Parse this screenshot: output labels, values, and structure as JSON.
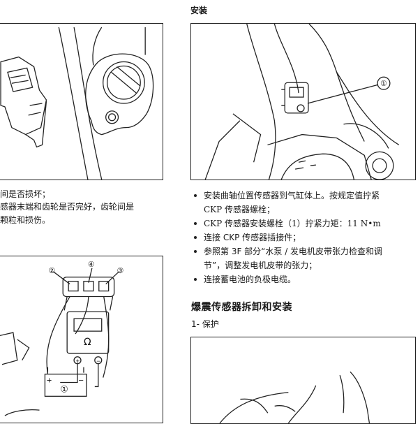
{
  "section_title": "安装",
  "left_text": {
    "line1": "间是否损坏；",
    "line2": "感器末端和齿轮是否完好，齿轮间是",
    "line3": "颗粒和损伤。"
  },
  "install_steps": [
    {
      "line1": "安装曲轴位置传感器到气缸体上。按规定值拧紧",
      "line2": "CKP 传感器螺栓；"
    },
    {
      "line1": "CKP 传感器安装螺栓（1）拧紧力矩：11 N•m",
      "line2": ""
    },
    {
      "line1": "连接 CKP 传感器插接件；",
      "line2": ""
    },
    {
      "line1": "参照第 3F 部分“水泵 / 发电机皮带张力检查和调",
      "line2": "节”，调整发电机皮带的张力；"
    },
    {
      "line1": "连接蓄电池的负极电缆。",
      "line2": ""
    }
  ],
  "knock_heading": "爆震传感器拆卸和安装",
  "knock_sub": "1- 保护",
  "figures": {
    "install": {
      "callout": "①"
    },
    "circuit": {
      "terminal_2": "②",
      "terminal_4": "④",
      "terminal_3": "③",
      "meter_symbol": "Ω",
      "battery_callout": "①",
      "battery_plus": "+",
      "battery_minus": "−",
      "meter_plus": "+",
      "meter_minus": "−"
    }
  }
}
